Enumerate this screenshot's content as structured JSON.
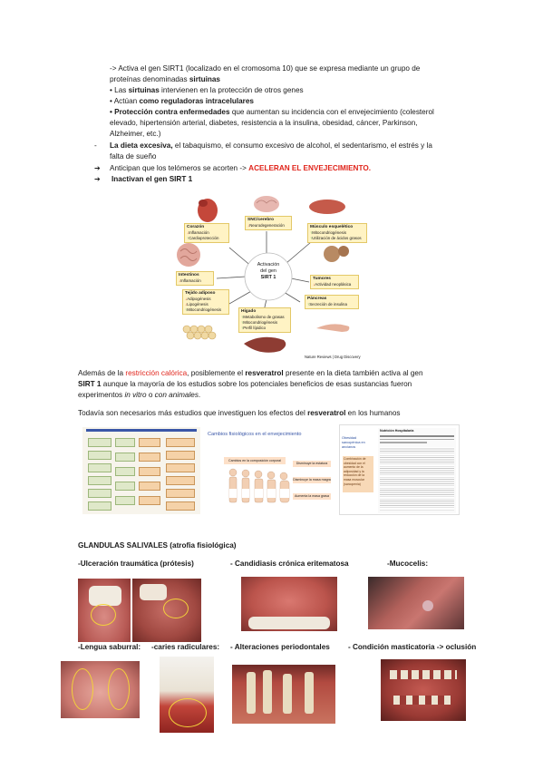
{
  "intro": {
    "l1": "-> Activa el gen SIRT1 (localizado en el cromosoma 10) que se expresa mediante un grupo de",
    "l2_a": "proteínas denominadas ",
    "l2_b": "sirtuinas",
    "l3_a": "• Las ",
    "l3_b": "sirtuinas",
    "l3_c": " intervienen en la protección de otros genes",
    "l4_a": "• Actúan ",
    "l4_b": "como reguladoras intracelulares",
    "l5_a": "• Protección contra enfermedades",
    "l5_b": " que aumentan su incidencia con el envejecimiento (colesterol",
    "l6": "elevado, hipertensión arterial, diabetes, resistencia a la insulina, obesidad, cáncer, Parkinson,",
    "l7": "Alzheimer, etc.)"
  },
  "bullet_dash": "-",
  "diet_a": "La dieta excesiva,",
  "diet_b": " el tabaquismo, el consumo excesivo de alcohol, el sedentarismo, el estrés y la",
  "diet_c": "falta de sueño",
  "arrow": "➔",
  "telo_a": "Anticipan que los telómeros se acorten -> ",
  "telo_b": "ACELERAN EL ENVEJECIMIENTO.",
  "inact": "Inactivan el gen SIRT 1",
  "diagram": {
    "center": [
      "Activación",
      "del gen",
      "SIRT 1"
    ],
    "corazon": {
      "title": "Corazón",
      "a": "Inflamación",
      "b": "Cardioprotección"
    },
    "snc": {
      "title": "SNC/cerebro",
      "a": "Neurodegeneración"
    },
    "musculo": {
      "title": "Músculo esquelético",
      "a": "Mitocondriogénesis",
      "b": "Utilización de ácidos grasos"
    },
    "intestinos": {
      "title": "Intestinos",
      "a": "Inflamación"
    },
    "tumores": {
      "title": "Tumores",
      "a": "Actividad neoplásica"
    },
    "tejido": {
      "title": "Tejido adiposo",
      "a": "Adipogénesis",
      "b": "Lipogénesis",
      "c": "Mitocondriogénesis"
    },
    "pancreas": {
      "title": "Páncreas",
      "a": "Secreción de insulina"
    },
    "higado": {
      "title": "Hígado",
      "a": "Metabolismo de grasas",
      "b": "Mitocondriogénesis",
      "c": "Perfil lípidico"
    },
    "credit": "Nature Reviews | Drug Discovery"
  },
  "para1": {
    "a": "Además de la ",
    "b": "restricción calórica",
    "c": ", posiblemente el ",
    "d": "resveratrol",
    "e": " presente en la dieta también activa al gen",
    "f": "SIRT 1",
    "g": " aunque la mayoría de los estudios sobre los potenciales beneficios de esas sustancias fueron",
    "h": "experimentos ",
    "i": "in vitro",
    "j": " o ",
    "k": "con animales",
    "l": "."
  },
  "para2": {
    "a": "Todavía son necesarios más estudios que investiguen los efectos del ",
    "b": "resveratrol",
    "c": " en los humanos"
  },
  "fig2": {
    "title": "Cambios fisiológicos en el envejecimiento",
    "left": "Cambios en la composición corporal",
    "r1": "Disminuye la estatura",
    "r2": "Disminuye la masa magra",
    "r3": "Aumenta la masa grasa"
  },
  "fig3": {
    "left_title": "Obesidad sarcopénica en ancianos",
    "left_body": "Combinación de obesidad con el aumento de la adiposidad y la reducción de la masa muscular (sarcopenia)",
    "head": "Nutrición Hospitalaria"
  },
  "glandulas": "GLANDULAS SALIVALES (atrofia fisiológica)",
  "row1": {
    "a": "-Ulceración traumática (prótesis)",
    "b": "- Candidiasis crónica eritematosa",
    "c": "-Mucocelis:"
  },
  "row2": {
    "a": "-Lengua saburral:",
    "b": "-caries radiculares:",
    "c": "- Alteraciones periodontales",
    "d": "- Condición masticatoria -> oclusión"
  },
  "colors": {
    "accent_red": "#e0241b",
    "box_fill": "#fff3c4",
    "up_green": "#2f9a3a"
  }
}
